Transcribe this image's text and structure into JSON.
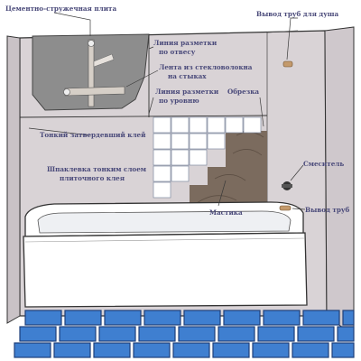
{
  "labels": {
    "cement_board": "Цементно-стружечная плита",
    "shower_outlet": "Вывод труб для душа",
    "plumb_line_1": "Линия разметки",
    "plumb_line_2": "по отвесу",
    "fiberglass_tape_1": "Лента из стекловолокна",
    "fiberglass_tape_2": "на стыках",
    "level_line_1": "Линия разметки",
    "level_line_2": "по уровню",
    "trim": "Обрезка",
    "thin_adhesive": "Тонкий затвердевший клей",
    "putty_1": "Шпаклевка тонким слоем",
    "putty_2": "плиточного клея",
    "mastic": "Мастика",
    "mixer": "Смеситель",
    "pipe_outlet": "Вывод труб"
  },
  "colors": {
    "wall": "#d9d3d6",
    "wall_shadow": "#c9c2c6",
    "opening": "#8a8a8a",
    "board": "#efeef0",
    "tile": "#ffffff",
    "tile_line": "#7f8aa0",
    "mastic": "#7b6b5e",
    "floor_tile": "#3f7fd0",
    "floor_grout": "#1e3f7a",
    "label": "#4a4a7a",
    "pipe": "#c49a6c"
  }
}
